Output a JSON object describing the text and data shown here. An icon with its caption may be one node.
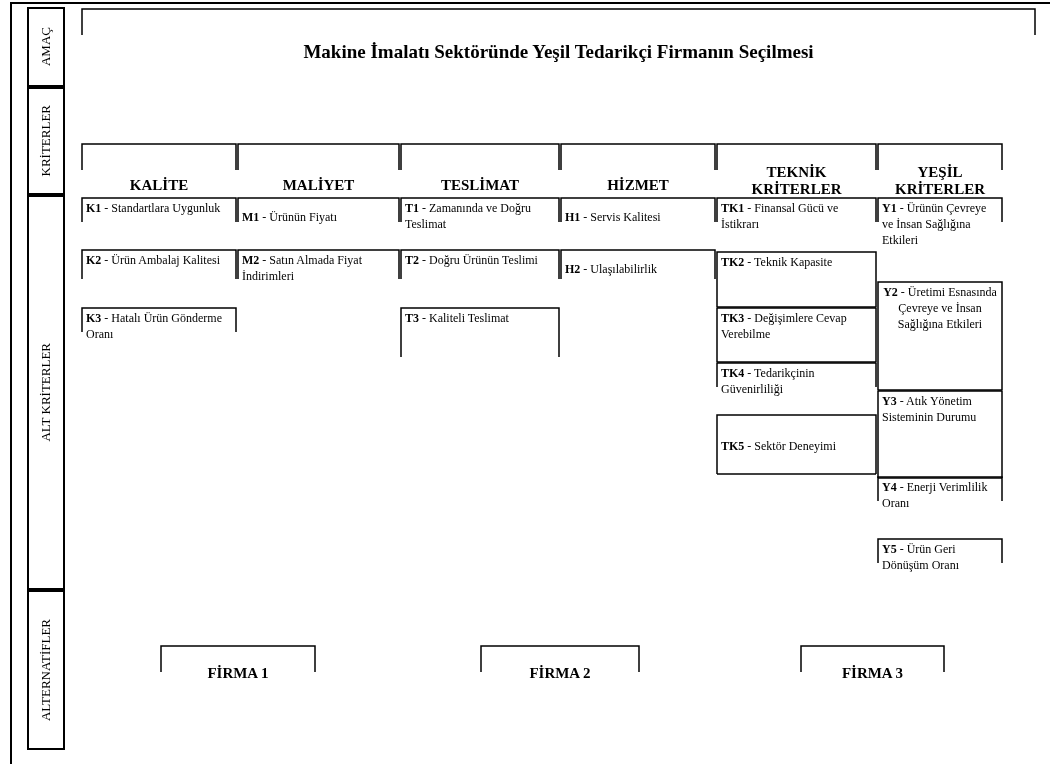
{
  "diagram": {
    "nodes": [
      {
        "text": [
          "AMAÇ"
        ]
      },
      {
        "text": [
          "KRİTERLER"
        ]
      },
      {
        "text": [
          "ALT KRİTERLER"
        ]
      },
      {
        "text": [
          "ALTERNATİFLER"
        ]
      },
      {
        "text": [
          "Makine İmalatı Sektöründe Yeşil Tedarikçi Firmanın Seçilmesi"
        ]
      },
      {
        "text": [
          "KALİTE"
        ]
      },
      {
        "text": [
          "MALİYET"
        ]
      },
      {
        "text": [
          "TESLİMAT"
        ]
      },
      {
        "text": [
          "HİZMET"
        ]
      },
      {
        "text": [
          "TEKNİK KRİTERLER"
        ]
      },
      {
        "text": [
          "YEŞİL KRİTERLER"
        ]
      },
      {
        "text": [
          "**K1** - Standartlara Uygunluk"
        ]
      },
      {
        "text": [
          "**M1** - Ürünün Fiyatı"
        ]
      },
      {
        "text": [
          "**T1** - Zamanında ve Doğru Teslimat"
        ]
      },
      {
        "text": [
          "**H1** - Servis Kalitesi"
        ]
      },
      {
        "text": [
          "**TK1** - Finansal Gücü ve İstikrarı"
        ]
      },
      {
        "text": [
          "**Y1** - Ürünün Çevreye ve İnsan Sağlığına Etkileri"
        ]
      },
      {
        "text": [
          "**K2** - Ürün Ambalaj Kalitesi"
        ]
      },
      {
        "text": [
          "**M2** - Satın Almada Fiyat İndirimleri"
        ]
      },
      {
        "text": [
          "**T2** - Doğru Ürünün Teslimi"
        ]
      },
      {
        "text": [
          "**H2** - Ulaşılabilirlik"
        ]
      },
      {
        "text": [
          "**TK2** - Teknik Kapasite"
        ]
      },
      {
        "text": [
          "**Y2** - Üretimi Esnasında Çevreye ve İnsan Sağlığına Etkileri"
        ]
      },
      {
        "text": [
          "**K3** - Hatalı Ürün Gönderme Oranı"
        ]
      },
      {
        "text": [
          "**T3** - Kaliteli Teslimat"
        ]
      },
      {
        "text": [
          "**TK3** - Değişimlere Cevap Verebilme"
        ]
      },
      {
        "text": [
          "**Y3** - Atık Yönetim Sisteminin Durumu"
        ]
      },
      {
        "text": [
          "**TK4** - Tedarikçinin Güvenirliliği"
        ]
      },
      {
        "text": [
          "**Y4** - Enerji Verimlilik Oranı"
        ]
      },
      {
        "text": [
          "**TK5** - Sektör Deneyimi"
        ]
      },
      {
        "text": [
          "**Y5** - Ürün Geri Dönüşüm Oranı"
        ]
      },
      {
        "text": [
          "FİRMA 1"
        ]
      },
      {
        "text": [
          "FİRMA 2"
        ]
      },
      {
        "text": [
          "FİRMA 3"
        ]
      }
    ]
  }
}
